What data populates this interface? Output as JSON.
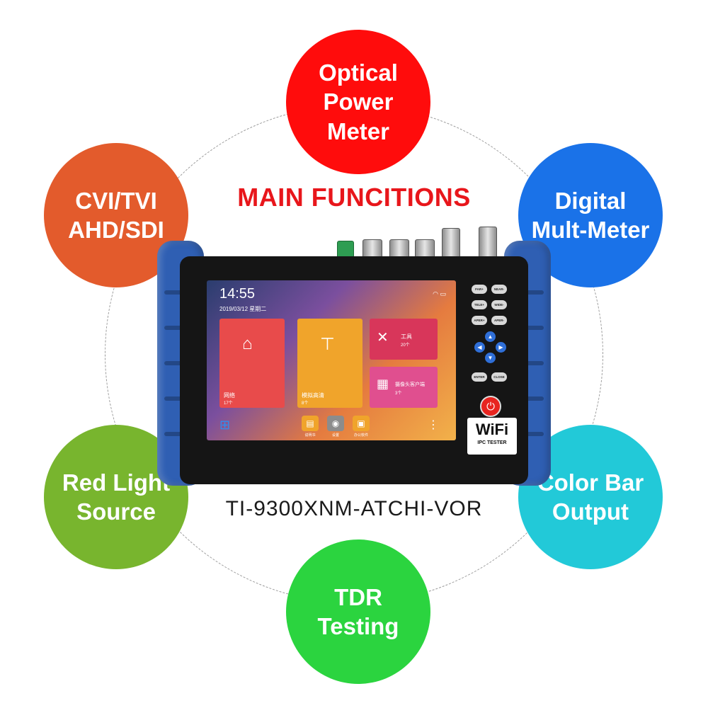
{
  "heading": "MAIN FUNCITIONS",
  "model": "TI-9300XNM-ATCHI-VOR",
  "features": [
    {
      "lines": [
        "Optical",
        "Power",
        "Meter"
      ],
      "color": "#ff0c0c"
    },
    {
      "lines": [
        "Digital",
        "Mult-Meter"
      ],
      "color": "#1a72e8"
    },
    {
      "lines": [
        "Color Bar",
        "Output"
      ],
      "color": "#22c9d8"
    },
    {
      "lines": [
        "TDR",
        "Testing"
      ],
      "color": "#2bd43f"
    },
    {
      "lines": [
        "Red Light",
        "Source"
      ],
      "color": "#78b52e"
    },
    {
      "lines": [
        "CVI/TVI",
        "AHD/SDI"
      ],
      "color": "#e35b2c"
    }
  ],
  "device": {
    "screen": {
      "time": "14:55",
      "date": "2019/03/12 星期二",
      "tiles": [
        {
          "label": "网络",
          "sub": "17个",
          "icon": "network-camera-icon",
          "color": "#e84b4b"
        },
        {
          "label": "模拟高清",
          "sub": "8个",
          "icon": "cctv-camera-icon",
          "color": "#f0a42b"
        },
        {
          "label": "工具",
          "sub": "20个",
          "icon": "tools-icon",
          "color": "#d8365a"
        },
        {
          "label": "摄像头客户端",
          "sub": "3个",
          "icon": "camera-client-icon",
          "color": "#e04f8f"
        }
      ],
      "dock": [
        {
          "label": "说明书",
          "icon": "manual-icon",
          "color": "#f0a42b"
        },
        {
          "label": "设置",
          "icon": "settings-icon",
          "color": "#8c8c8c"
        },
        {
          "label": "办公软件",
          "icon": "office-icon",
          "color": "#f0a42b"
        }
      ]
    },
    "keys": [
      "FAR+",
      "NEAR-",
      "TELE+",
      "WIDE-",
      "APER+",
      "APER-",
      "ENTER",
      "CLOSE"
    ],
    "badge": {
      "wifi": "WiFi",
      "tester": "IPC TESTER"
    }
  }
}
